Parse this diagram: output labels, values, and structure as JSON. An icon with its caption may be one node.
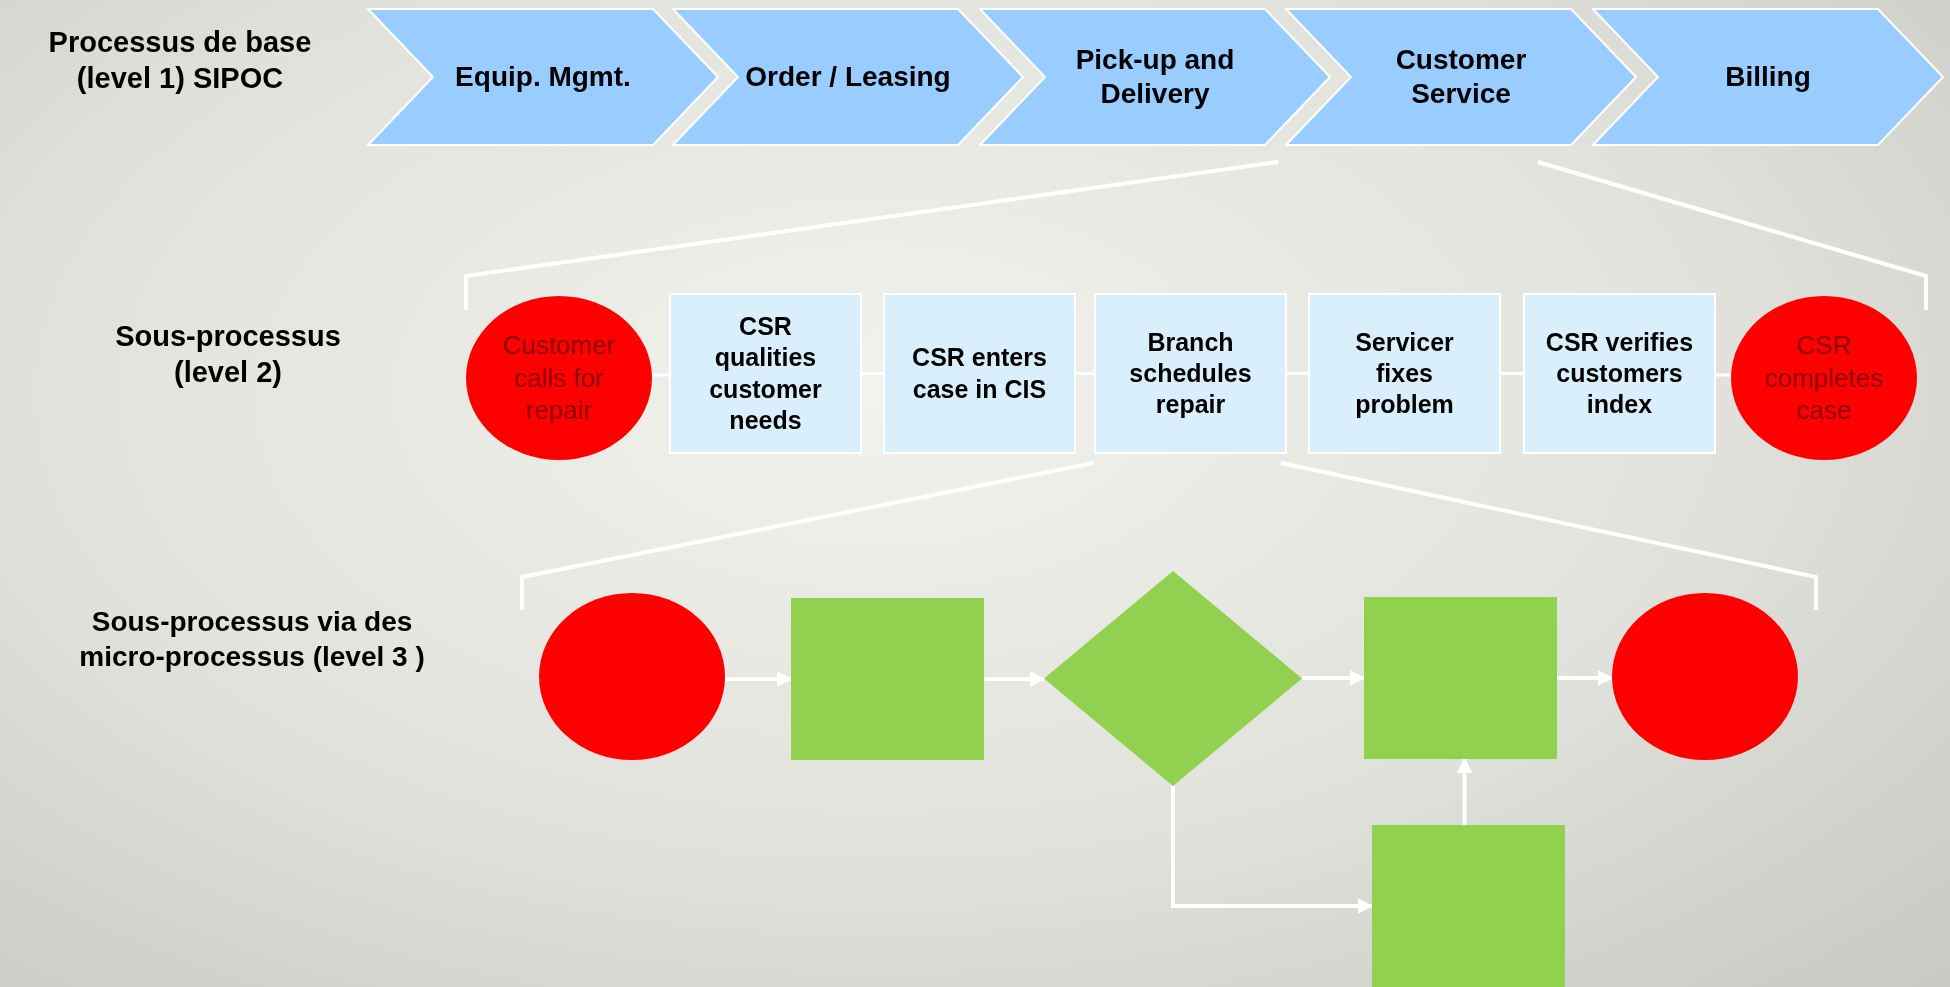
{
  "diagram": {
    "nodes": [
      {
        "text": [
          "Equip. Mgmt."
        ]
      },
      {
        "text": [
          "Order / Leasing"
        ]
      },
      {
        "text": [
          "Pick-up and Delivery"
        ]
      },
      {
        "text": [
          "Customer Service"
        ]
      },
      {
        "text": [
          "Billing"
        ]
      },
      {
        "text": [
          "Customer calls for repair"
        ]
      },
      {
        "text": [
          "CSR qualities customer needs"
        ]
      },
      {
        "text": [
          "CSR enters case in CIS"
        ]
      },
      {
        "text": [
          "Branch schedules repair"
        ]
      },
      {
        "text": [
          "Servicer fixes problem"
        ]
      },
      {
        "text": [
          "CSR verifies customers index"
        ]
      },
      {
        "text": [
          "CSR completes case"
        ]
      },
      {
        "text": [],
        "shape": "circle"
      },
      {
        "text": [],
        "shape": "box"
      },
      {
        "text": [],
        "shape": "diamond"
      },
      {
        "text": [],
        "shape": "box"
      },
      {
        "text": [],
        "shape": "circle"
      },
      {
        "text": [],
        "shape": "box"
      }
    ],
    "edges": [
      {
        "from": 5,
        "to": 6,
        "arrow": "none"
      },
      {
        "from": 6,
        "to": 7,
        "arrow": "none"
      },
      {
        "from": 7,
        "to": 8,
        "arrow": "none"
      },
      {
        "from": 8,
        "to": 9,
        "arrow": "none"
      },
      {
        "from": 9,
        "to": 10,
        "arrow": "none"
      },
      {
        "from": 10,
        "to": 11,
        "arrow": "none"
      },
      {
        "from": 12,
        "to": 13,
        "arrow": "to"
      },
      {
        "from": 13,
        "to": 14,
        "arrow": "to"
      },
      {
        "from": 14,
        "to": 15,
        "arrow": "to"
      },
      {
        "from": 15,
        "to": 16,
        "arrow": "to"
      },
      {
        "from": 14,
        "to": 17,
        "arrow": "to"
      },
      {
        "from": 17,
        "to": 15,
        "arrow": "to"
      }
    ],
    "labels": [
      "Processus de base (level 1) SIPOC",
      "Sous-processus (level 2)",
      "Sous-processus via des micro-processus (level 3 )"
    ]
  }
}
